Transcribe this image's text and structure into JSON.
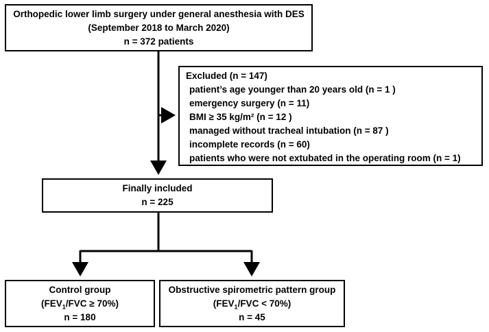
{
  "top": {
    "line1": "Orthopedic lower limb surgery under general anesthesia with DES",
    "line2": "(September 2018 to March 2020)",
    "line3": "n = 372 patients"
  },
  "excluded": {
    "title": "Excluded (n = 147)",
    "items": [
      "patient’s age younger than 20 years old (n = 1 )",
      "emergency surgery (n = 11)",
      "BMI ≥ 35 kg/m² (n = 12 )",
      "managed without tracheal intubation (n = 87 )",
      "incomplete records (n = 60)",
      "patients who were not extubated in the operating room (n = 1)"
    ]
  },
  "included": {
    "line1": "Finally included",
    "line2": "n = 225"
  },
  "control": {
    "line1": "Control group",
    "ratio_open": "(FEV",
    "ratio_sub": "1",
    "ratio_rest": "/FVC ≥ 70%)",
    "count": "n = 180"
  },
  "obstructive": {
    "line1": "Obstructive spirometric pattern group",
    "ratio_open": "(FEV",
    "ratio_sub": "1",
    "ratio_rest": "/FVC < 70%)",
    "count": "n = 45"
  }
}
